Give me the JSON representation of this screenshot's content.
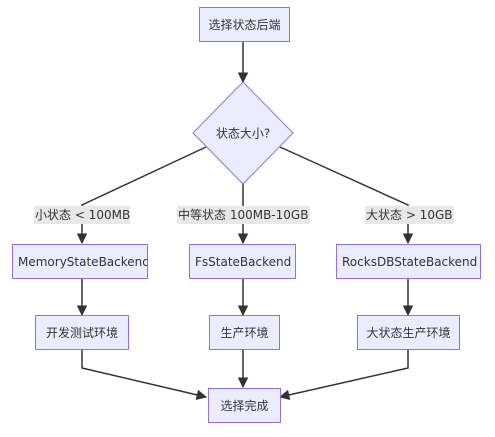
{
  "nodes": {
    "start": "选择状态后端",
    "decision": "状态大小?",
    "memory": "MemoryStateBackend",
    "fs": "FsStateBackend",
    "rocks": "RocksDBStateBackend",
    "dev": "开发测试环境",
    "prod": "生产环境",
    "bigprod": "大状态生产环境",
    "done": "选择完成"
  },
  "edge_labels": {
    "small": "小状态 < 100MB",
    "medium": "中等状态 100MB-10GB",
    "large": "大状态 > 10GB"
  },
  "colors": {
    "node_fill": "#ececff",
    "node_border": "#9370db",
    "edge": "#333333",
    "label_bg": "#e8e8e8"
  }
}
